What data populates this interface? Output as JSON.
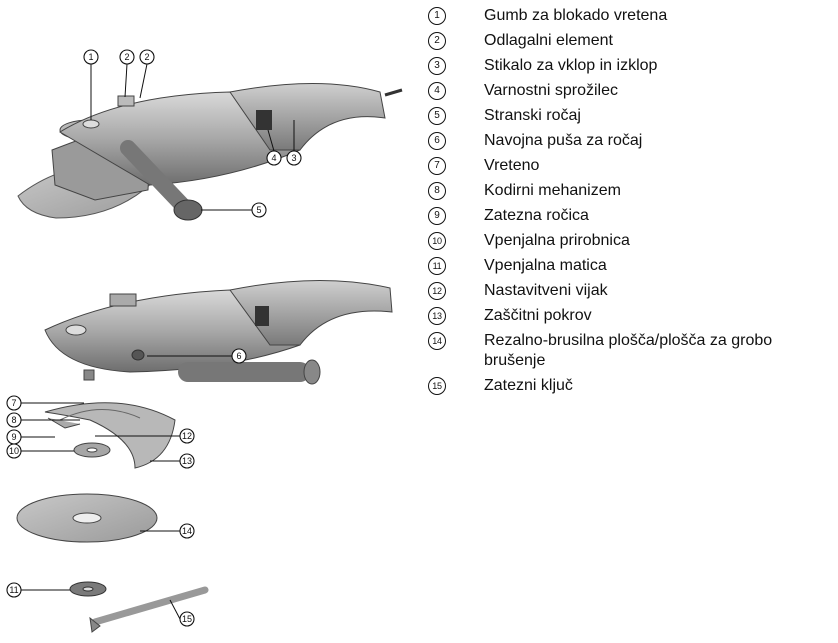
{
  "callouts": [
    "1",
    "2",
    "2",
    "3",
    "4",
    "5",
    "6",
    "7",
    "8",
    "9",
    "10",
    "11",
    "12",
    "13",
    "14",
    "15"
  ],
  "legend": [
    {
      "num": "1",
      "text": "Gumb za blokado vretena"
    },
    {
      "num": "2",
      "text": "Odlagalni element"
    },
    {
      "num": "3",
      "text": "Stikalo za vklop in izklop"
    },
    {
      "num": "4",
      "text": "Varnostni sprožilec"
    },
    {
      "num": "5",
      "text": "Stranski ročaj"
    },
    {
      "num": "6",
      "text": "Navojna puša za ročaj"
    },
    {
      "num": "7",
      "text": "Vreteno"
    },
    {
      "num": "8",
      "text": "Kodirni mehanizem"
    },
    {
      "num": "9",
      "text": "Zatezna ročica"
    },
    {
      "num": "10",
      "text": "Vpenjalna prirobnica"
    },
    {
      "num": "11",
      "text": "Vpenjalna matica"
    },
    {
      "num": "12",
      "text": "Nastavitveni vijak"
    },
    {
      "num": "13",
      "text": "Zaščitni pokrov"
    },
    {
      "num": "14",
      "text": "Rezalno-brusilna plošča/plošča za grobo brušenje"
    },
    {
      "num": "15",
      "text": "Zatezni ključ"
    }
  ]
}
